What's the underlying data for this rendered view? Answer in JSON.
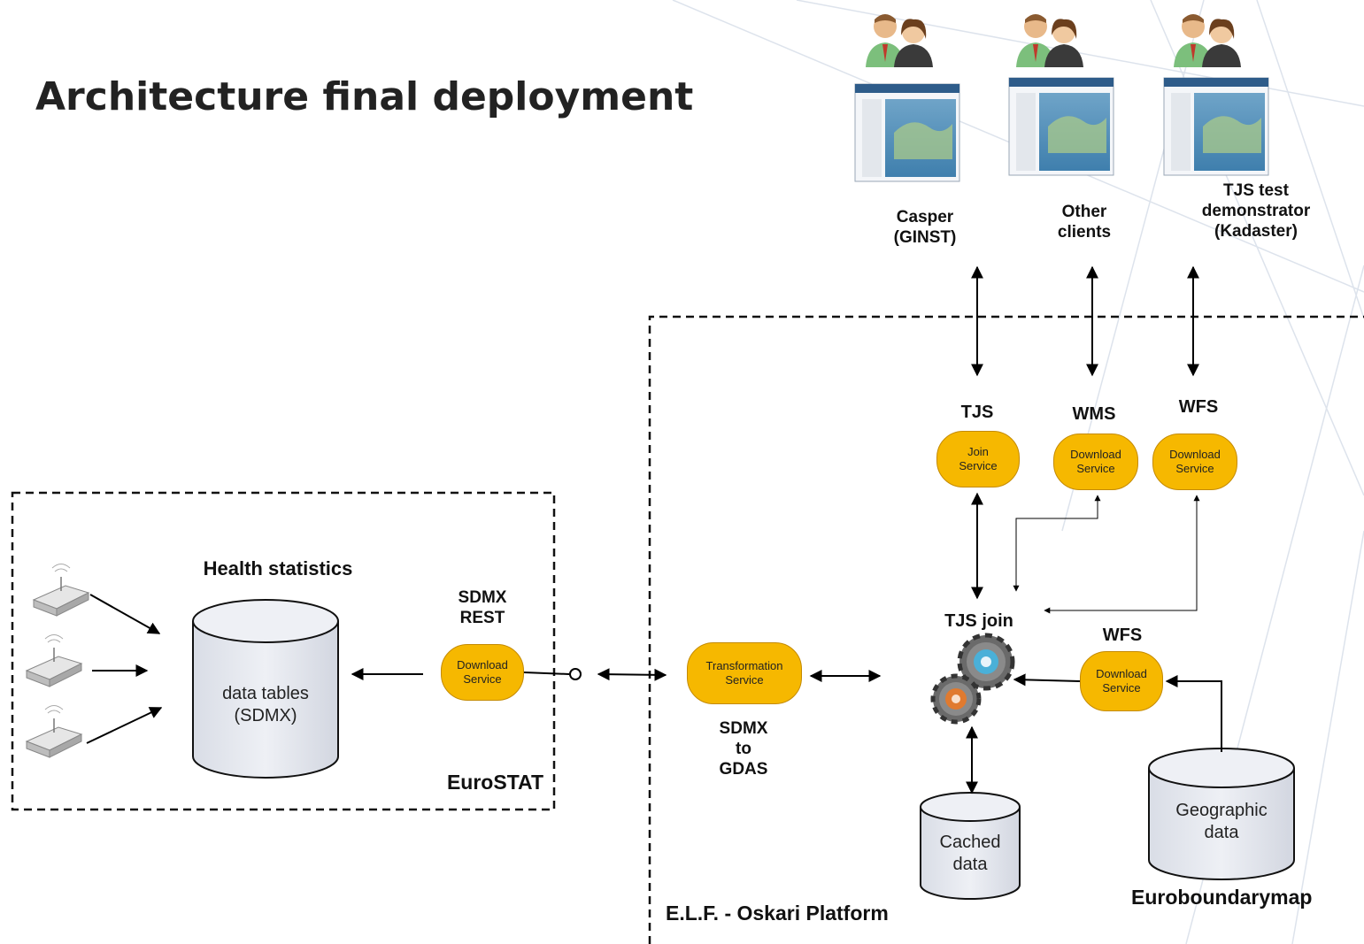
{
  "title": "Architecture final deployment",
  "clients": [
    {
      "label": "Casper\n(GINST)"
    },
    {
      "label": "Other\nclients"
    },
    {
      "label": "TJS test\ndemonstrator\n(Kadaster)"
    }
  ],
  "eurostat": {
    "heading": "Health statistics",
    "db_label": "data tables\n(SDMX)",
    "sdmx_rest": "SDMX\nREST",
    "download_service": "Download\nService",
    "box_label": "EuroSTAT"
  },
  "transformation": {
    "service": "Transformation\nService",
    "caption": "SDMX\nto\nGDAS"
  },
  "services": {
    "tjs_label": "TJS",
    "tjs_service": "Join\nService",
    "wms_label": "WMS",
    "wms_service": "Download\nService",
    "wfs_label": "WFS",
    "wfs_service": "Download\nService",
    "wfs2_label": "WFS",
    "wfs2_service": "Download\nService"
  },
  "tjs_join": "TJS join",
  "cached": "Cached\ndata",
  "geographic": "Geographic\ndata",
  "euroboundary": "Euroboundarymap",
  "platform": "E.L.F. - Oskari Platform"
}
